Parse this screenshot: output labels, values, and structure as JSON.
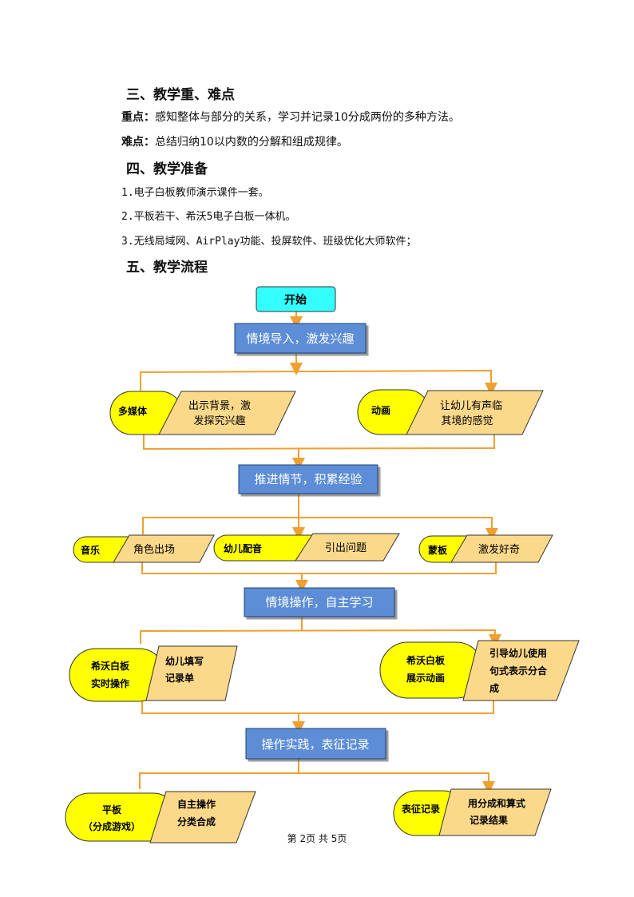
{
  "sections": {
    "s3_title": "三、教学重、难点",
    "key_label": "重点：",
    "key_text": "感知整体与部分的关系，学习并记录10分成两份的多种方法。",
    "diff_label": "难点：",
    "diff_text": "总结归纳10以内数的分解和组成规律。",
    "s4_title": "四、教学准备",
    "prep": [
      "1.电子白板教师演示课件一套。",
      "2.平板若干、希沃5电子白板一体机。",
      "3.无线局域网、AirPlay功能、投屏软件、班级优化大师软件；"
    ],
    "s5_title": "五、教学流程"
  },
  "flow": {
    "start": "开始",
    "step1": "情境导入，激发兴趣",
    "step2": "推进情节，积累经验",
    "step3": "情境操作，自主学习",
    "step4": "操作实践，表征记录",
    "r1": [
      {
        "tag": "多媒体",
        "lines": [
          "出示背景，激",
          "发探究兴趣"
        ]
      },
      {
        "tag": "动画",
        "lines": [
          "让幼儿有声临",
          "其境的感觉"
        ]
      }
    ],
    "r2": [
      {
        "tag": "音乐",
        "lines": [
          "角色出场"
        ]
      },
      {
        "tag": "幼儿配音",
        "lines": [
          "引出问题"
        ]
      },
      {
        "tag": "蒙板",
        "lines": [
          "激发好奇"
        ]
      }
    ],
    "r3": [
      {
        "tag": [
          "希沃白板",
          "实时操作"
        ],
        "lines": [
          "幼儿填写",
          "记录单"
        ]
      },
      {
        "tag": [
          "希沃白板",
          "展示动画"
        ],
        "lines": [
          "引导幼儿使用",
          "句式表示分合",
          "成"
        ]
      }
    ],
    "r4": [
      {
        "tag": [
          "平板",
          "（分成游戏）"
        ],
        "lines": [
          "自主操作",
          "分类合成"
        ]
      },
      {
        "tag": [
          "表征记录"
        ],
        "lines": [
          "用分成和算式",
          "记录结果"
        ]
      }
    ],
    "colors": {
      "start": "#33ffff",
      "step": "#5b8dd6",
      "tag": "#ffff00",
      "para": "#fcd98a",
      "arrow": "#f0a030"
    }
  },
  "footer": "第 2页 共 5页"
}
